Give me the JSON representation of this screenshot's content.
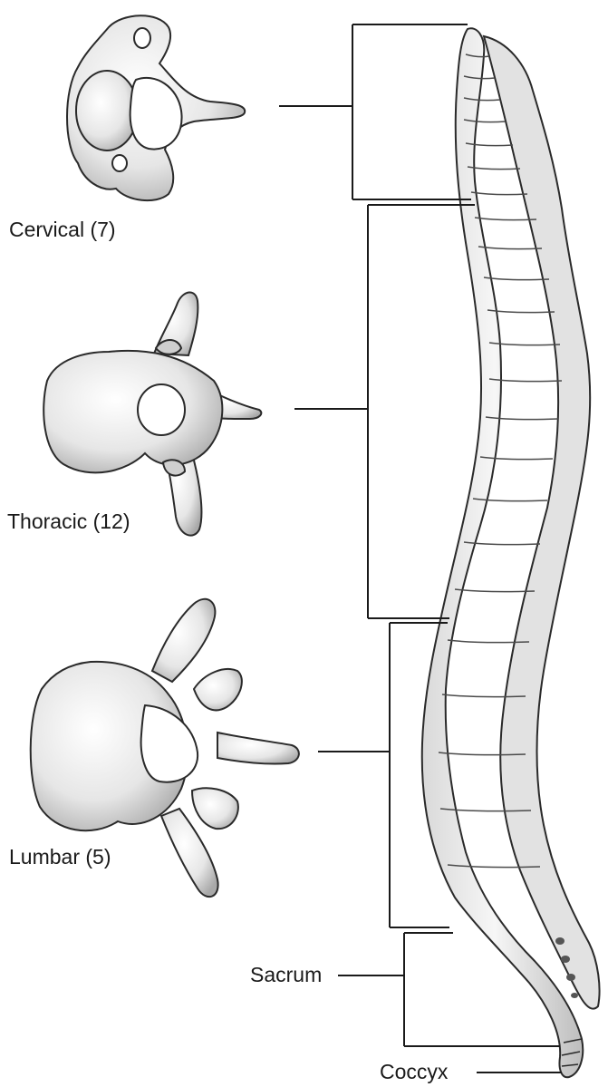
{
  "labels": {
    "cervical": "Cervical (7)",
    "thoracic": "Thoracic (12)",
    "lumbar": "Lumbar (5)",
    "sacrum": "Sacrum",
    "coccyx": "Coccyx"
  },
  "colors": {
    "bone_fill": "#e9e9e9",
    "bone_shadow": "#a8a8a8",
    "outline": "#2a2a2a",
    "leader_line": "#1a1a1a"
  }
}
